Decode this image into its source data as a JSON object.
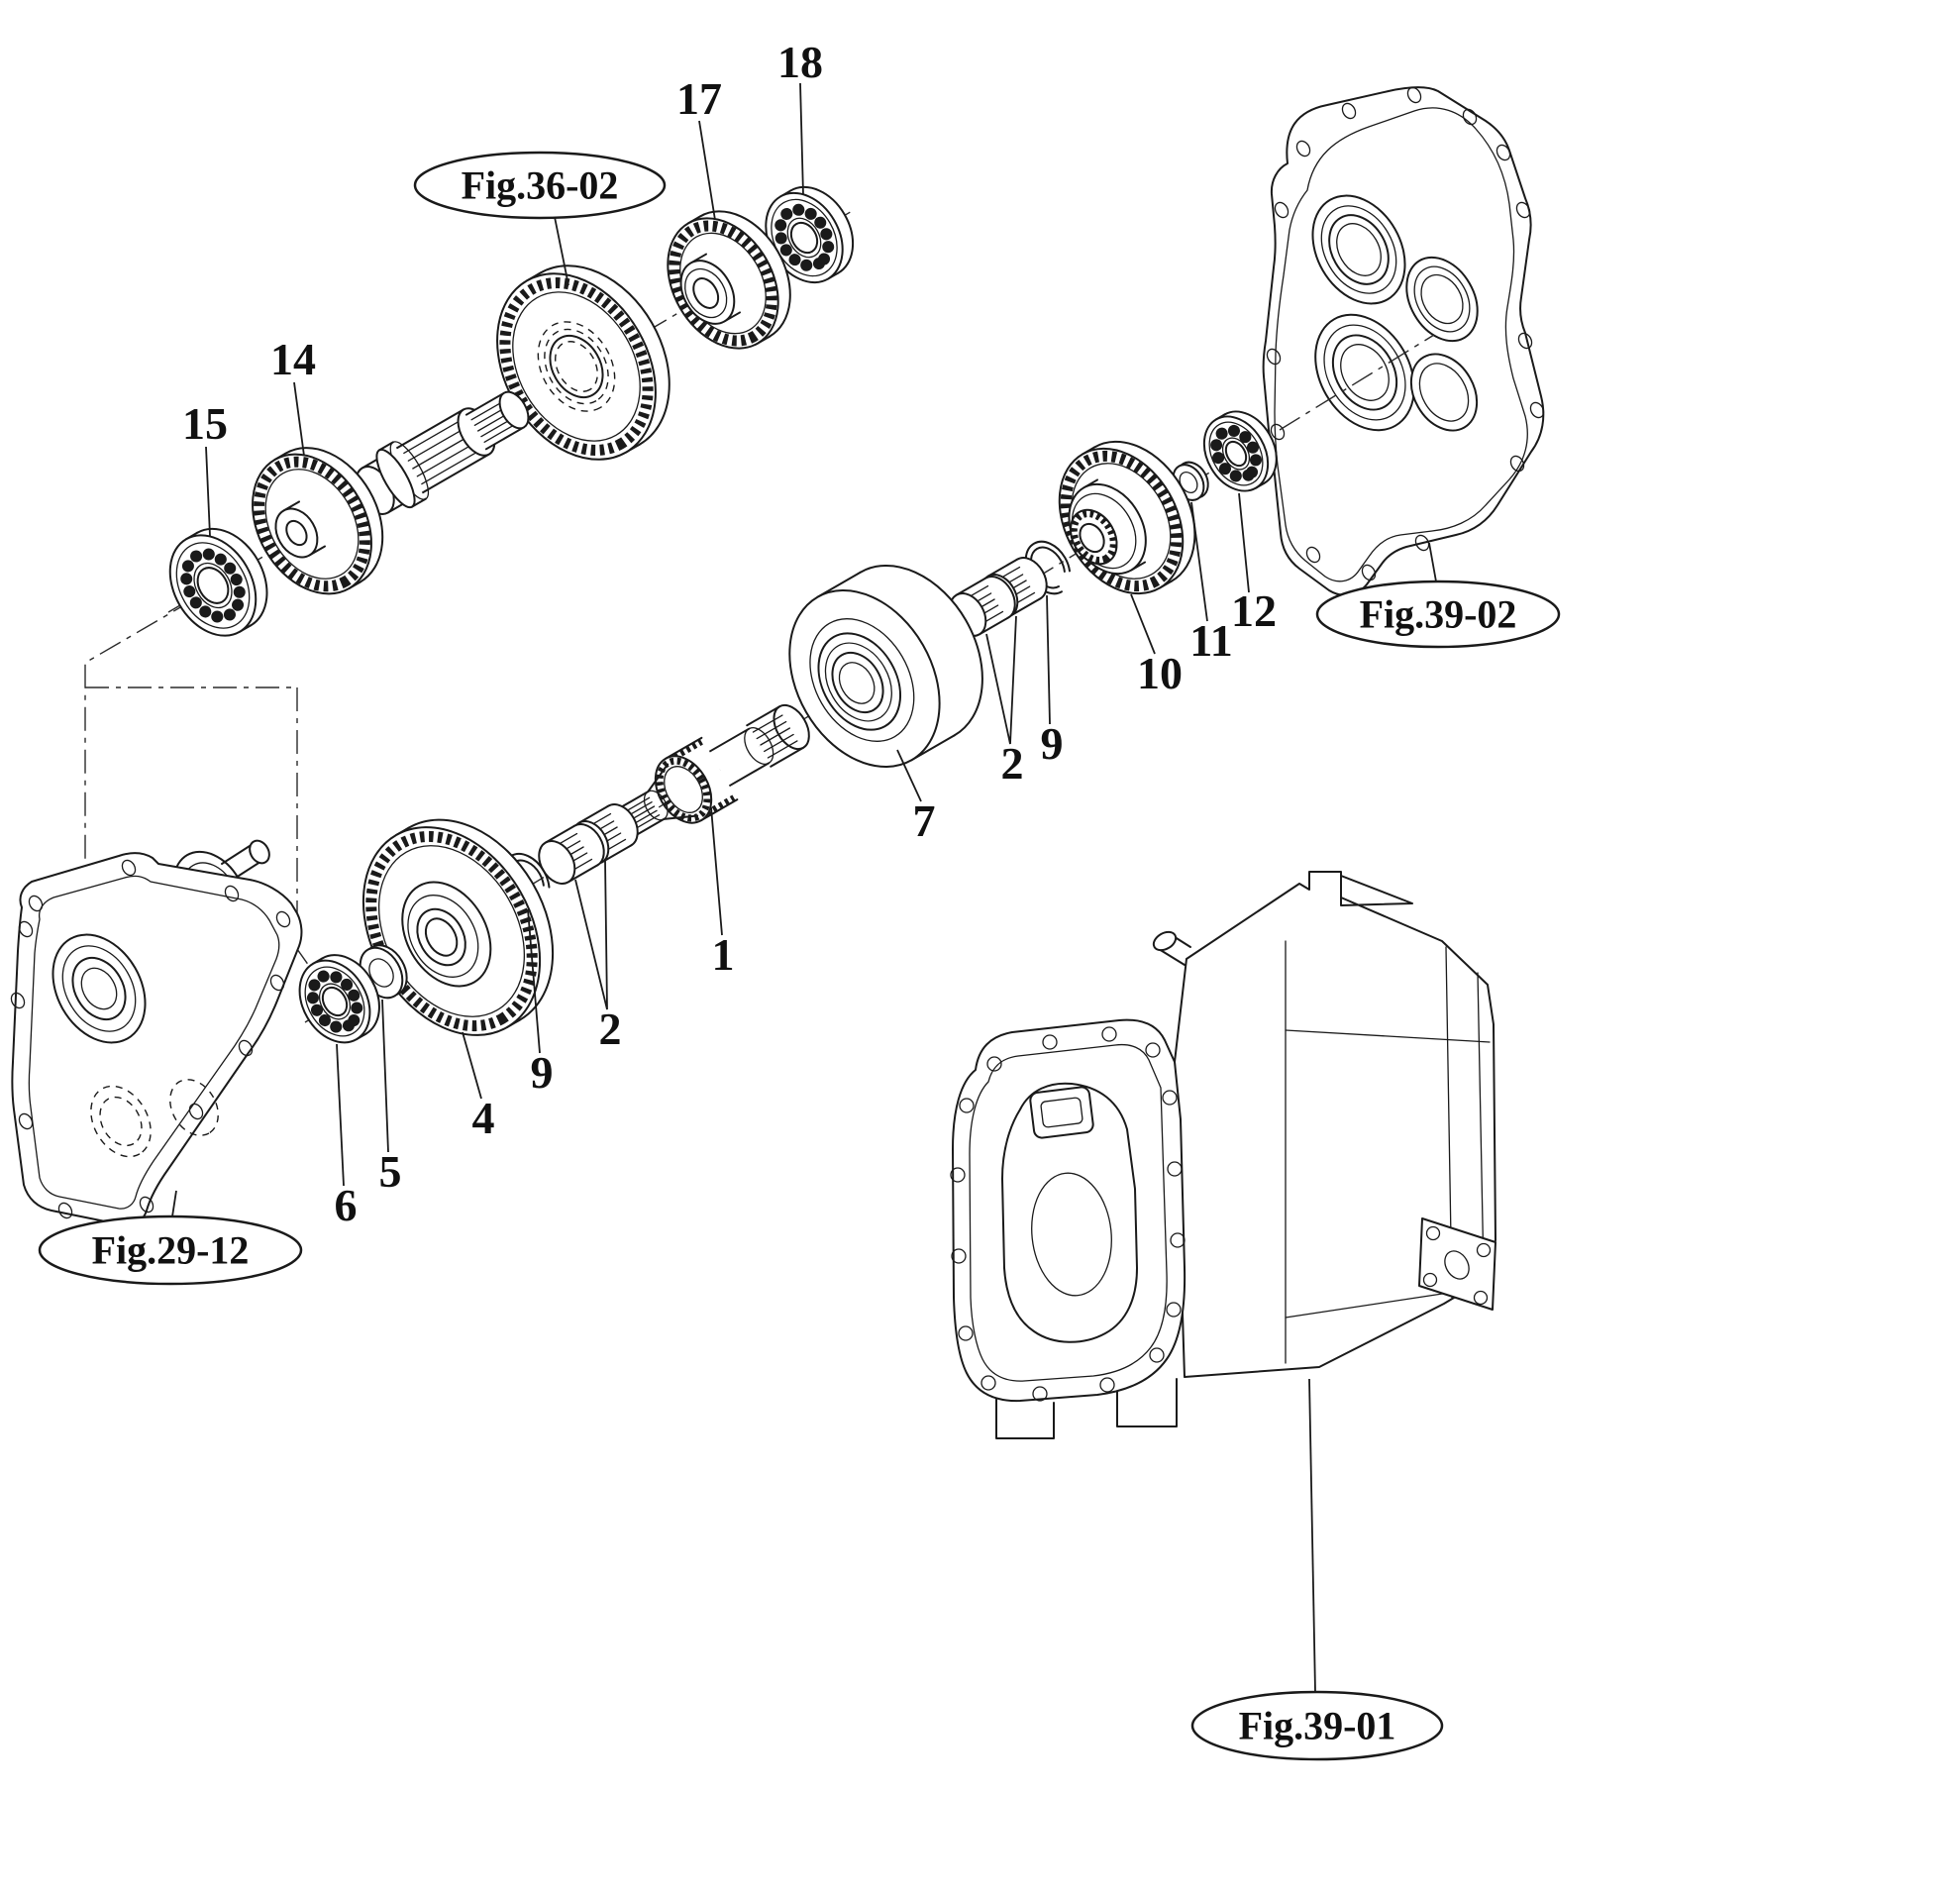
{
  "figure": {
    "type": "exploded-parts-diagram",
    "colors": {
      "ink": "#1a1a1a",
      "background": "#ffffff"
    },
    "callouts": [
      {
        "id": "18",
        "text": "18"
      },
      {
        "id": "17",
        "text": "17"
      },
      {
        "id": "14",
        "text": "14"
      },
      {
        "id": "15",
        "text": "15"
      },
      {
        "id": "12",
        "text": "12"
      },
      {
        "id": "11",
        "text": "11"
      },
      {
        "id": "10",
        "text": "10"
      },
      {
        "id": "9-upper",
        "text": "9"
      },
      {
        "id": "2-upper",
        "text": "2"
      },
      {
        "id": "7",
        "text": "7"
      },
      {
        "id": "1",
        "text": "1"
      },
      {
        "id": "2-lower",
        "text": "2"
      },
      {
        "id": "9-lower",
        "text": "9"
      },
      {
        "id": "4",
        "text": "4"
      },
      {
        "id": "5",
        "text": "5"
      },
      {
        "id": "6",
        "text": "6"
      }
    ],
    "fig_refs": [
      {
        "id": "fig-36-02",
        "text": "Fig.36-02"
      },
      {
        "id": "fig-39-02",
        "text": "Fig.39-02"
      },
      {
        "id": "fig-29-12",
        "text": "Fig.29-12"
      },
      {
        "id": "fig-39-01",
        "text": "Fig.39-01"
      }
    ]
  }
}
